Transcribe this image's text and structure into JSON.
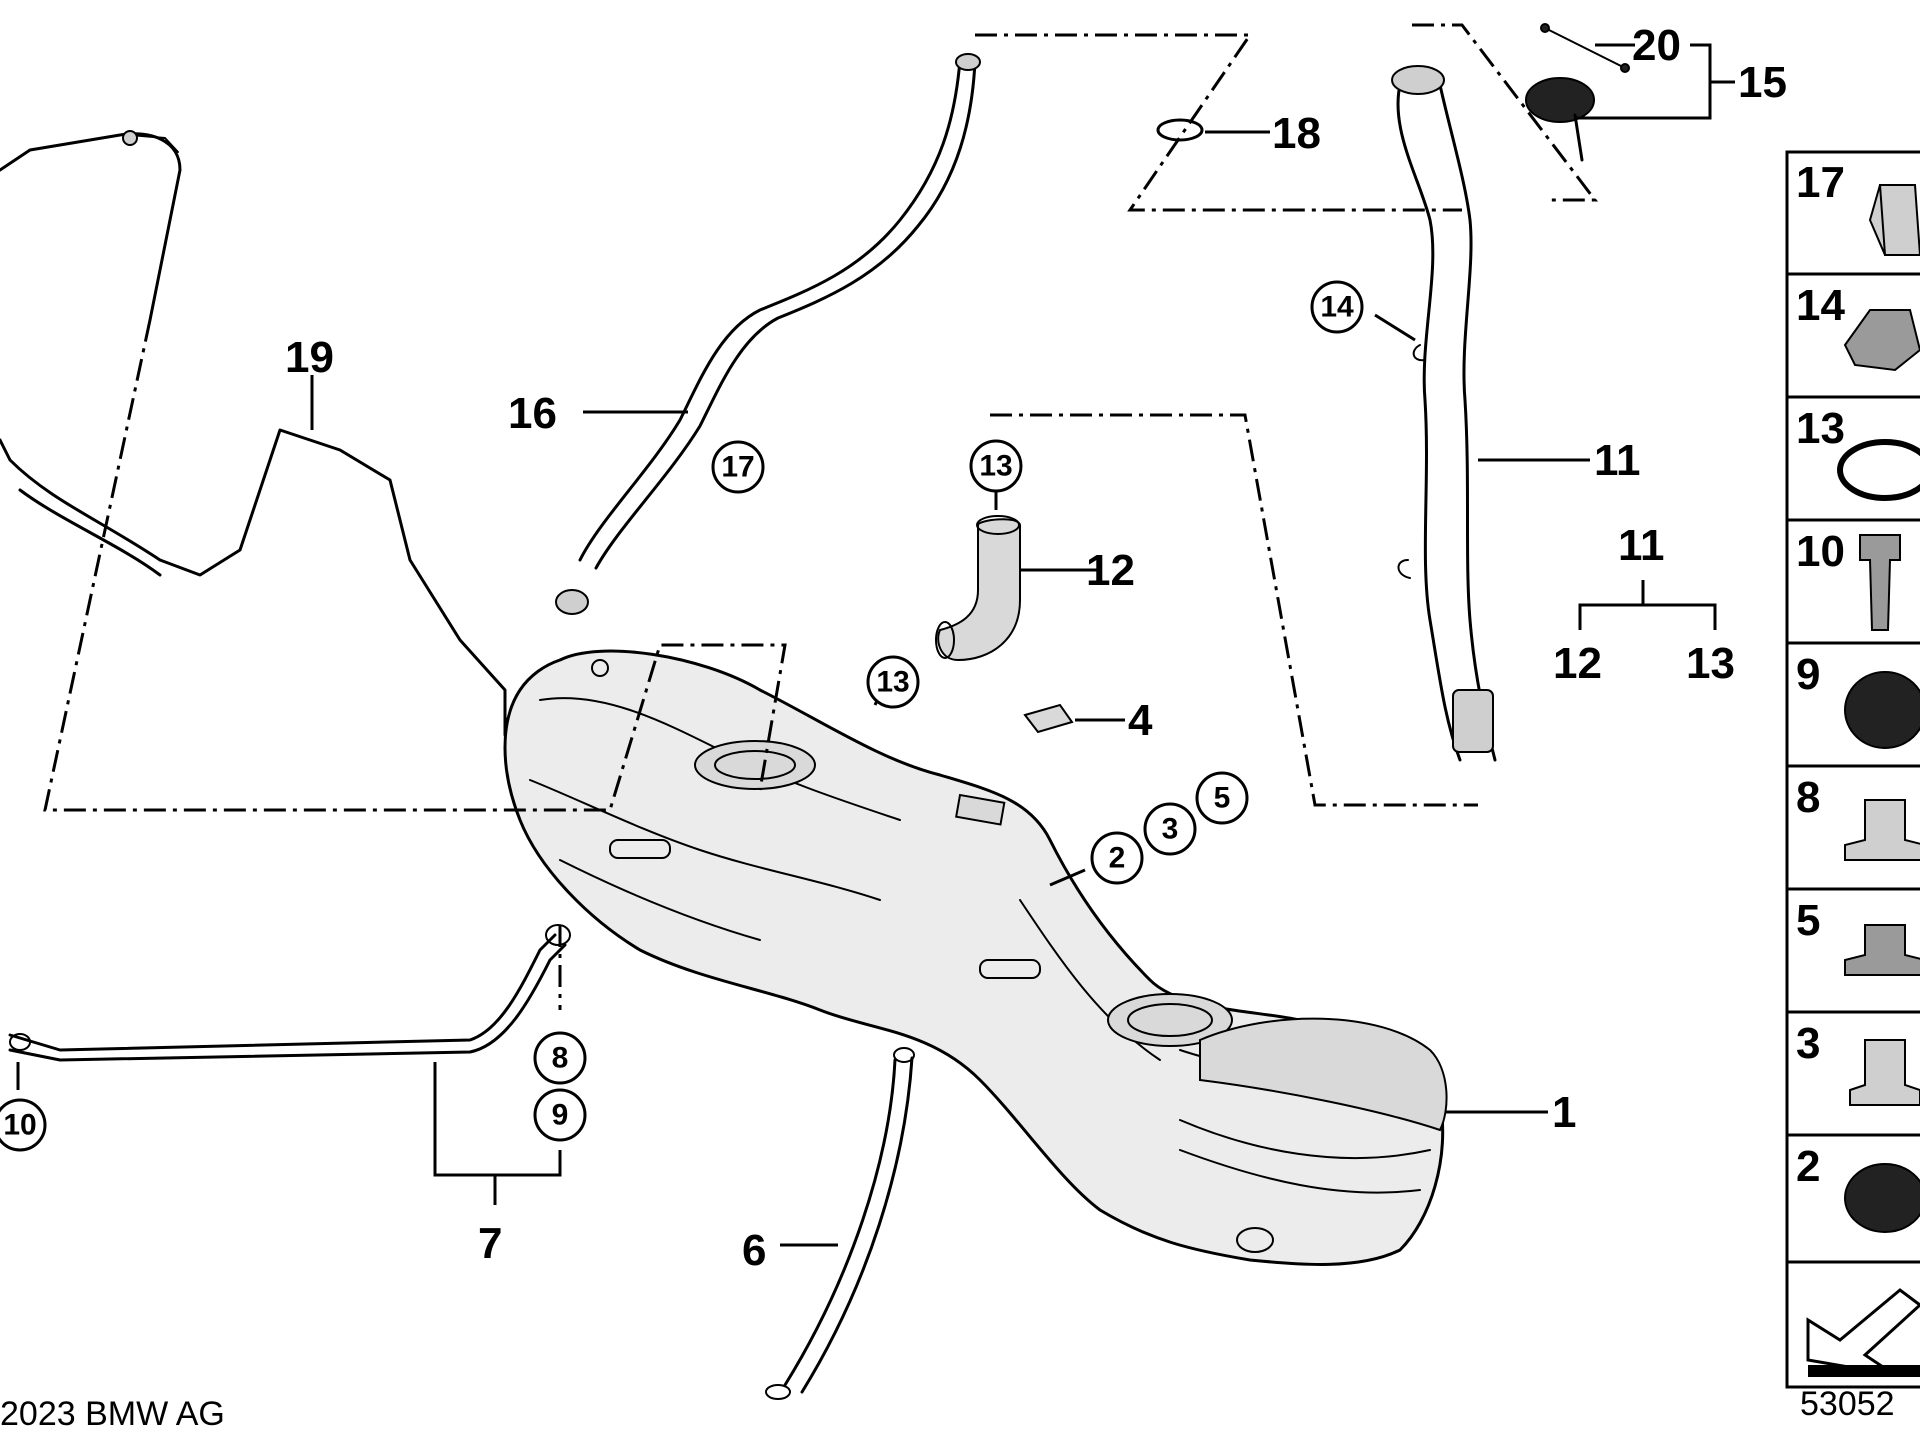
{
  "callouts": {
    "c1": "1",
    "c4": "4",
    "c6": "6",
    "c7": "7",
    "c11": "11",
    "c11b": "11",
    "c12": "12",
    "c12b": "12",
    "c13b": "13",
    "c15": "15",
    "c16": "16",
    "c18": "18",
    "c19": "19",
    "c20": "20"
  },
  "circled": {
    "k2": "2",
    "k3": "3",
    "k5": "5",
    "k8": "8",
    "k9": "9",
    "k10": "10",
    "k13a": "13",
    "k13b": "13",
    "k14": "14",
    "k17": "17"
  },
  "sidebar": {
    "items": [
      {
        "label": "17",
        "icon": "clip-icon"
      },
      {
        "label": "14",
        "icon": "nut-icon"
      },
      {
        "label": "13",
        "icon": "hose-clamp-icon"
      },
      {
        "label": "10",
        "icon": "bolt-icon"
      },
      {
        "label": "9",
        "icon": "grommet-icon"
      },
      {
        "label": "8",
        "icon": "bushing-icon"
      },
      {
        "label": "5",
        "icon": "flange-nut-icon"
      },
      {
        "label": "3",
        "icon": "spacer-icon"
      },
      {
        "label": "2",
        "icon": "rubber-grommet-icon"
      }
    ],
    "last_icon": "front-direction-arrow-icon"
  },
  "footer": {
    "copyright": "2023 BMW AG",
    "image_number": "53052"
  }
}
